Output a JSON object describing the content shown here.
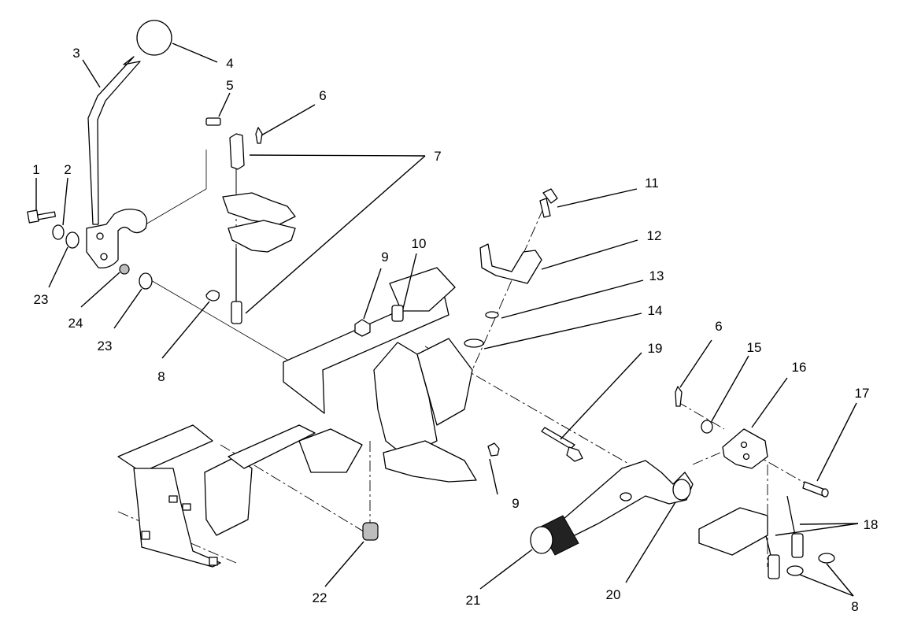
{
  "callouts": [
    {
      "id": "c1",
      "label": "1"
    },
    {
      "id": "c2",
      "label": "2"
    },
    {
      "id": "c3",
      "label": "3"
    },
    {
      "id": "c4",
      "label": "4"
    },
    {
      "id": "c5",
      "label": "5"
    },
    {
      "id": "c6a",
      "label": "6"
    },
    {
      "id": "c6b",
      "label": "6"
    },
    {
      "id": "c7",
      "label": "7"
    },
    {
      "id": "c8a",
      "label": "8"
    },
    {
      "id": "c8b",
      "label": "8"
    },
    {
      "id": "c9a",
      "label": "9"
    },
    {
      "id": "c9b",
      "label": "9"
    },
    {
      "id": "c10",
      "label": "10"
    },
    {
      "id": "c11",
      "label": "11"
    },
    {
      "id": "c12",
      "label": "12"
    },
    {
      "id": "c13",
      "label": "13"
    },
    {
      "id": "c14",
      "label": "14"
    },
    {
      "id": "c15",
      "label": "15"
    },
    {
      "id": "c16",
      "label": "16"
    },
    {
      "id": "c17",
      "label": "17"
    },
    {
      "id": "c18",
      "label": "18"
    },
    {
      "id": "c19",
      "label": "19"
    },
    {
      "id": "c20",
      "label": "20"
    },
    {
      "id": "c21",
      "label": "21"
    },
    {
      "id": "c22",
      "label": "22"
    },
    {
      "id": "c23a",
      "label": "23"
    },
    {
      "id": "c23b",
      "label": "23"
    },
    {
      "id": "c24",
      "label": "24"
    }
  ]
}
